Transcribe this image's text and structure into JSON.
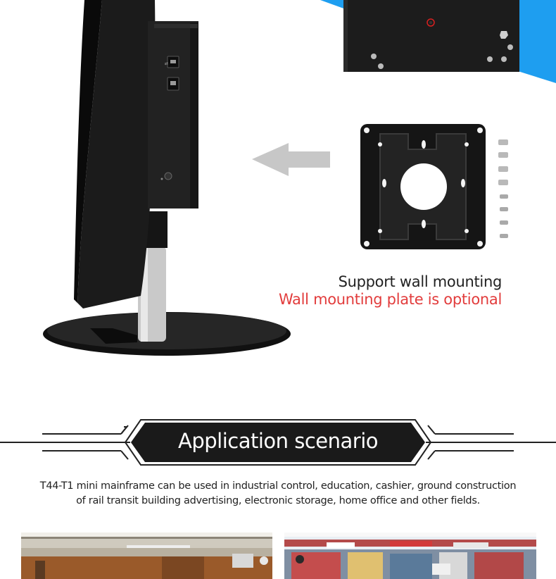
{
  "mounting": {
    "caption_main": "Support wall mounting",
    "caption_optional": "Wall mounting plate is optional"
  },
  "section": {
    "title": "Application scenario",
    "description_line1": "T44-T1 mini mainframe can be used in industrial control, education, cashier, ground construction",
    "description_line2": "of rail transit building advertising, electronic storage, home office and other fields."
  },
  "colors": {
    "accent_blue": "#1e9ef0",
    "highlight_red": "#e23c3c",
    "banner_black": "#1a1a1a"
  },
  "icons": [
    "arrow-left-icon",
    "usb-port-icon",
    "power-button-icon",
    "screw-icon"
  ]
}
